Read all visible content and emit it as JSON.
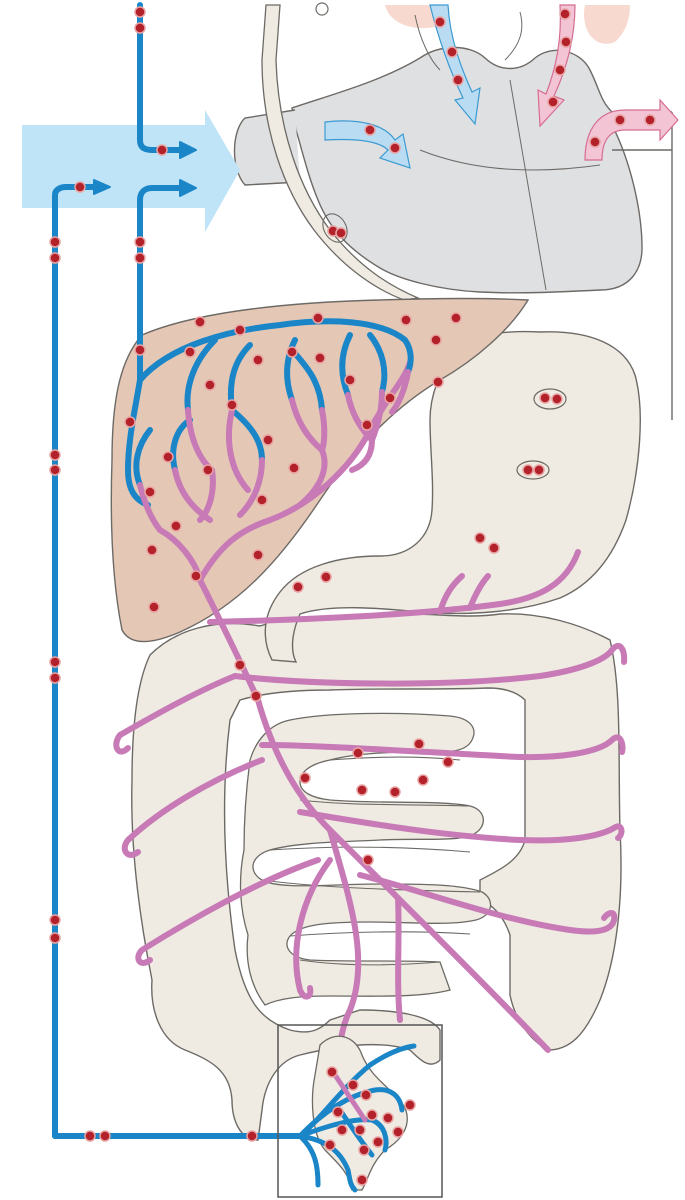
{
  "diagram": {
    "colors": {
      "background": "#ffffff",
      "systemic_vein": "#1a86c8",
      "portal_vein": "#c77ab6",
      "blood_cell": "#b3222a",
      "blood_cell_outline": "#e8a3a3",
      "liver": "#e5c7b5",
      "organ_fill": "#efebe2",
      "organ_outline": "#6d6a66",
      "heart_fill": "#dfe0e2",
      "inflow_arrow": "#bfe3f7",
      "deoxy_arrow": "#b9dcf2",
      "oxy_arrow": "#f2c4d4",
      "lung_fill": "#f8d9cf"
    },
    "structures": [
      "heart",
      "liver",
      "stomach",
      "large-intestine",
      "small-intestine",
      "rectum",
      "esophagus",
      "venous-return-arrow"
    ],
    "icons": [
      "blood-cell-icon",
      "flow-arrow-icon",
      "inset-frame"
    ]
  }
}
